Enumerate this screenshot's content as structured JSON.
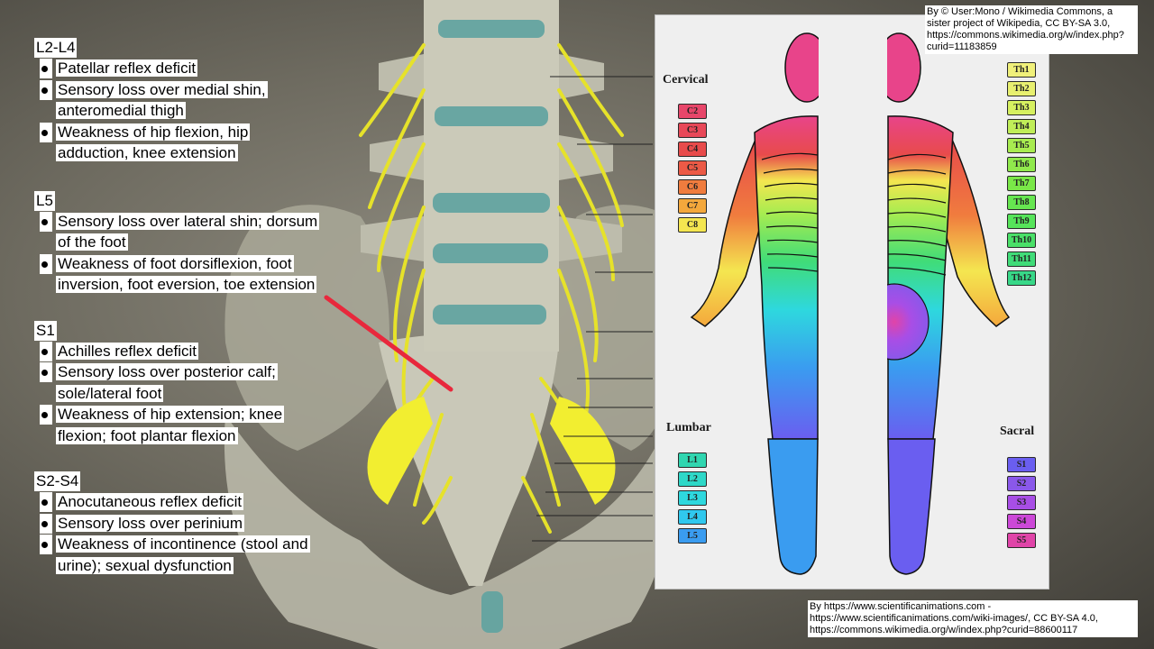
{
  "colors": {
    "nerve": "#e6e22a",
    "bone": "#d6d6c6",
    "disc": "#5fa3a0",
    "pointer": "#e8283c"
  },
  "sections": [
    {
      "heading": "L2-L4",
      "items": [
        "Patellar reflex deficit",
        "Sensory loss over medial shin, anteromedial thigh",
        "Weakness of hip flexion, hip adduction, knee extension"
      ]
    },
    {
      "heading": "L5",
      "items": [
        "Sensory loss over lateral shin; dorsum of the foot",
        "Weakness of foot dorsiflexion, foot inversion, foot eversion, toe extension"
      ]
    },
    {
      "heading": "S1",
      "items": [
        "Achilles reflex deficit",
        "Sensory loss over posterior calf; sole/lateral foot",
        "Weakness of hip extension; knee flexion; foot plantar flexion"
      ]
    },
    {
      "heading": "S2-S4",
      "items": [
        "Anocutaneous reflex deficit",
        "Sensory loss over perinium",
        "Weakness of incontinence (stool and urine); sexual dysfunction"
      ]
    }
  ],
  "dermatome": {
    "labels": {
      "cervical": "Cervical",
      "lumbar": "Lumbar",
      "sacral": "Sacral"
    },
    "cervical": [
      {
        "t": "C2",
        "c": "#e8466a"
      },
      {
        "t": "C3",
        "c": "#e84858"
      },
      {
        "t": "C4",
        "c": "#e84b4b"
      },
      {
        "t": "C5",
        "c": "#ec5a46"
      },
      {
        "t": "C6",
        "c": "#f07c3e"
      },
      {
        "t": "C7",
        "c": "#f4a83c"
      },
      {
        "t": "C8",
        "c": "#f4e650"
      }
    ],
    "thoracic": [
      {
        "t": "Th1",
        "c": "#f0f07a"
      },
      {
        "t": "Th2",
        "c": "#e8f070"
      },
      {
        "t": "Th3",
        "c": "#d6f060"
      },
      {
        "t": "Th4",
        "c": "#c0ee58"
      },
      {
        "t": "Th5",
        "c": "#a8ec50"
      },
      {
        "t": "Th6",
        "c": "#90ea4c"
      },
      {
        "t": "Th7",
        "c": "#7ae848"
      },
      {
        "t": "Th8",
        "c": "#66e650"
      },
      {
        "t": "Th9",
        "c": "#56e45a"
      },
      {
        "t": "Th10",
        "c": "#4ae068"
      },
      {
        "t": "Th11",
        "c": "#40dc78"
      },
      {
        "t": "Th12",
        "c": "#38d888"
      }
    ],
    "lumbar": [
      {
        "t": "L1",
        "c": "#30d6b0"
      },
      {
        "t": "L2",
        "c": "#2ed8c8"
      },
      {
        "t": "L3",
        "c": "#2ed8de"
      },
      {
        "t": "L4",
        "c": "#30c8ee"
      },
      {
        "t": "L5",
        "c": "#3a9cf0"
      }
    ],
    "sacral": [
      {
        "t": "S1",
        "c": "#6a5ef0"
      },
      {
        "t": "S2",
        "c": "#8a58ea"
      },
      {
        "t": "S3",
        "c": "#a84ee6"
      },
      {
        "t": "S4",
        "c": "#cc48d8"
      },
      {
        "t": "S5",
        "c": "#e044a8"
      }
    ]
  },
  "credits": {
    "top": "By © User:Mono / Wikimedia Commons, a sister project of Wikipedia, CC BY-SA 3.0, https://commons.wikimedia.org/w/index.php?curid=11183859",
    "bottom": "By https://www.scientificanimations.com - https://www.scientificanimations.com/wiki-images/, CC BY-SA 4.0, https://commons.wikimedia.org/w/index.php?curid=88600117"
  }
}
